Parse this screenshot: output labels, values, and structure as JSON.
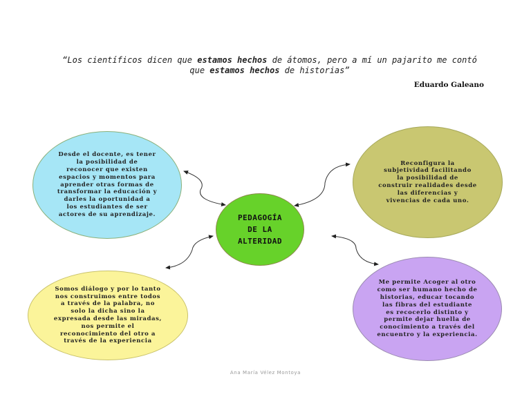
{
  "quote": {
    "part1": "“Los científicos dicen que ",
    "emph1": "estamos hechos",
    "part2": " de átomos, pero a mí un pajarito me contó",
    "part3": "que ",
    "emph2": "estamos hechos",
    "part4": " de historias”"
  },
  "author": "Eduardo Galeano",
  "center": "PEDAGOGÍA\nDE LA\nALTERIDAD",
  "nodes": {
    "top_left": "Desde el docente, es tener\nla posibilidad de\nreconocer que existen\nespacios y momentos para\naprender otras formas de\ntransformar la educación y\ndarles la oportunidad a\nlos estudiantes de ser\nactores de su aprendizaje.",
    "top_right": "Reconfigura la\nsubjetividad facilitando\nla posibilidad de\nconstruir realidades desde\nlas diferencias y\nvivencias de cada uno.",
    "bottom_left": "Somos diálogo y por lo tanto\nnos construimos entre todos\na través de la palabra, no\nsolo la dicha sino la\nexpresada desde las miradas,\nnos permite el\nreconocimiento del otro a\ntravés de la experiencia",
    "bottom_right": "Me permite Acoger al otro\ncomo ser humano hecho de\nhistorias, educar  tocando\nlas fibras del estudiante\nes  recocerlo distinto y\npermite dejar huella de\nconocimiento a través del\nencuentro y la experiencia."
  },
  "colors": {
    "blue": "#a6e6f6",
    "olive": "#c9c771",
    "yellow": "#fbf49a",
    "purple": "#c9a4f2",
    "green": "#67d22a"
  },
  "footer": "Ana María Vélez Montoya"
}
